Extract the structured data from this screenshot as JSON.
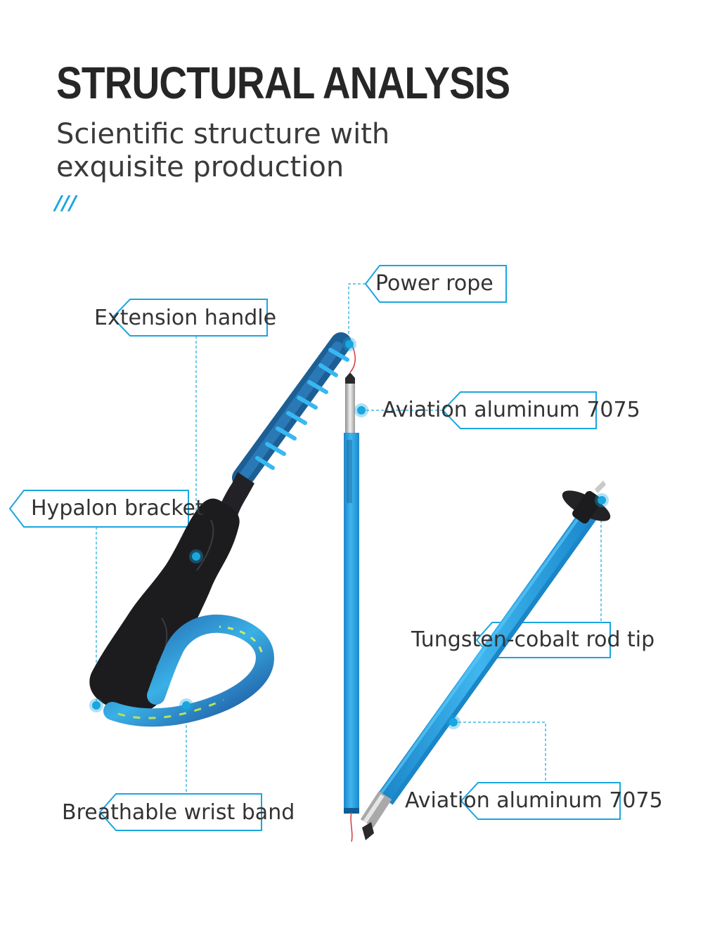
{
  "header": {
    "title": "STRUCTURAL ANALYSIS",
    "subtitle": "Scientific structure with exquisite production",
    "decoration": "///"
  },
  "callouts": {
    "power_rope": "Power rope",
    "extension_handle": "Extension handle",
    "aviation_aluminum_top": "Aviation aluminum 7075",
    "hypalon_bracket": "Hypalon bracket",
    "tungsten_cobalt_tip": "Tungsten-cobalt rod tip",
    "aviation_aluminum_bottom": "Aviation aluminum 7075",
    "breathable_wrist_band": "Breathable wrist band"
  },
  "colors": {
    "accent": "#1aa6df",
    "pole_blue": "#1e9fe0",
    "grip_black": "#1c1c1f",
    "title_text": "#262626"
  }
}
